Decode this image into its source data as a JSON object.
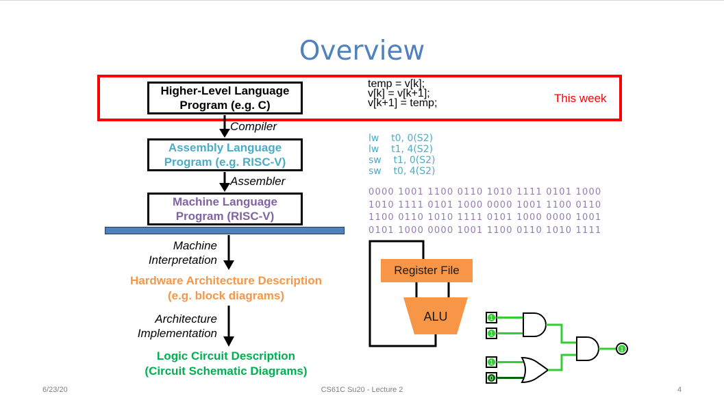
{
  "slide": {
    "title": "Overview",
    "footer": {
      "date": "6/23/20",
      "course": "CS61C Su20 - Lecture 2",
      "page": "4"
    }
  },
  "levels": {
    "hll": "Higher-Level Language\nProgram (e.g.  C)",
    "asm": "Assembly Language\nProgram (e.g.  RISC-V)",
    "mach": "Machine Language\nProgram (RISC-V)",
    "hw": "Hardware Architecture Description\n(e.g.  block diagrams)",
    "logic": "Logic Circuit Description\n(Circuit Schematic Diagrams)"
  },
  "steps": {
    "compiler": "Compiler",
    "assembler": "Assembler",
    "interp": "Machine\nInterpretation",
    "impl": "Architecture\nImplementation"
  },
  "highlight_label": "This week",
  "c_code": "temp = v[k];\nv[k] = v[k+1];\nv[k+1] = temp;",
  "asm_code": "lw    t0, 0(S2)\nlw    t1, 4(S2)\nsw    t1, 0(S2)\nsw    t0, 4(S2)",
  "binary_code": "0000 1001 1100 0110 1010 1111 0101 1000\n1010 1111 0101 1000 0000 1001 1100 0110\n1100 0110 1010 1111 0101 1000 0000 1001\n0101 1000 0000 1001 1100 0110 1010 1111",
  "block_diagram": {
    "regfile": "Register File",
    "alu": "ALU"
  },
  "circuit": {
    "inputs": [
      "1",
      "1",
      "1",
      "0"
    ],
    "output": "1"
  },
  "colors": {
    "title": "#4f81bd",
    "assembly": "#4bacc6",
    "machine": "#8064a2",
    "hardware": "#f79646",
    "logic": "#00b050",
    "highlight": "#ff0000",
    "bar": "#4f81bd",
    "wire_on": "#33cc33",
    "wire_off": "#006400"
  }
}
